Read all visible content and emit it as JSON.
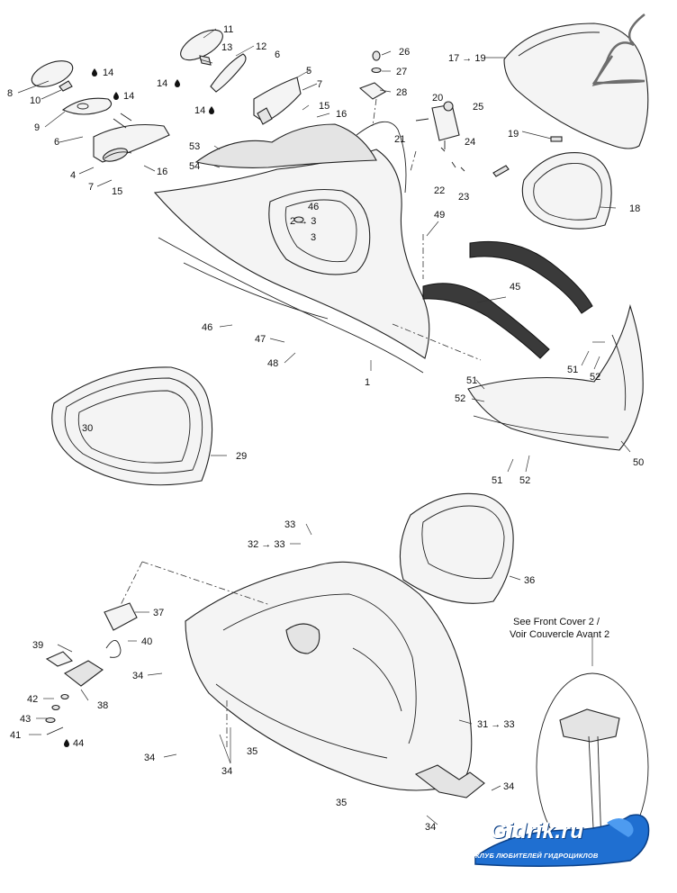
{
  "callouts": {
    "c1": "1",
    "c2_3": "2 → 3",
    "c3": "3",
    "c4": "4",
    "c5": "5",
    "c6a": "6",
    "c6b": "6",
    "c7a": "7",
    "c7b": "7",
    "c8": "8",
    "c9": "9",
    "c10": "10",
    "c11": "11",
    "c12": "12",
    "c13": "13",
    "c14a": "14",
    "c14b": "14",
    "c14c": "14",
    "c14d": "14",
    "c15a": "15",
    "c15b": "15",
    "c16a": "16",
    "c16b": "16",
    "c17_19": "17 → 19",
    "c18": "18",
    "c19": "19",
    "c20": "20",
    "c21": "21",
    "c22": "22",
    "c23": "23",
    "c24": "24",
    "c25": "25",
    "c26": "26",
    "c27": "27",
    "c28": "28",
    "c29": "29",
    "c30": "30",
    "c31_33": "31 → 33",
    "c32_33": "32 → 33",
    "c33": "33",
    "c34a": "34",
    "c34b": "34",
    "c34c": "34",
    "c34d": "34",
    "c34e": "34",
    "c35a": "35",
    "c35b": "35",
    "c36": "36",
    "c37": "37",
    "c38": "38",
    "c39": "39",
    "c40": "40",
    "c41": "41",
    "c42": "42",
    "c43": "43",
    "c44": "44",
    "c45": "45",
    "c46a": "46",
    "c46b": "46",
    "c47": "47",
    "c48": "48",
    "c49": "49",
    "c50": "50",
    "c51a": "51",
    "c51b": "51",
    "c51c": "51",
    "c52a": "52",
    "c52b": "52",
    "c52c": "52",
    "c53": "53",
    "c54": "54"
  },
  "notes": {
    "see_front_cover_line1": "See Front Cover 2 /",
    "see_front_cover_line2": "Voir Couvercle Avant 2"
  },
  "watermark": {
    "brand": "Gidrik.ru",
    "tagline": "КЛУБ ЛЮБИТЕЛЕЙ ГИДРОЦИКЛОВ"
  }
}
